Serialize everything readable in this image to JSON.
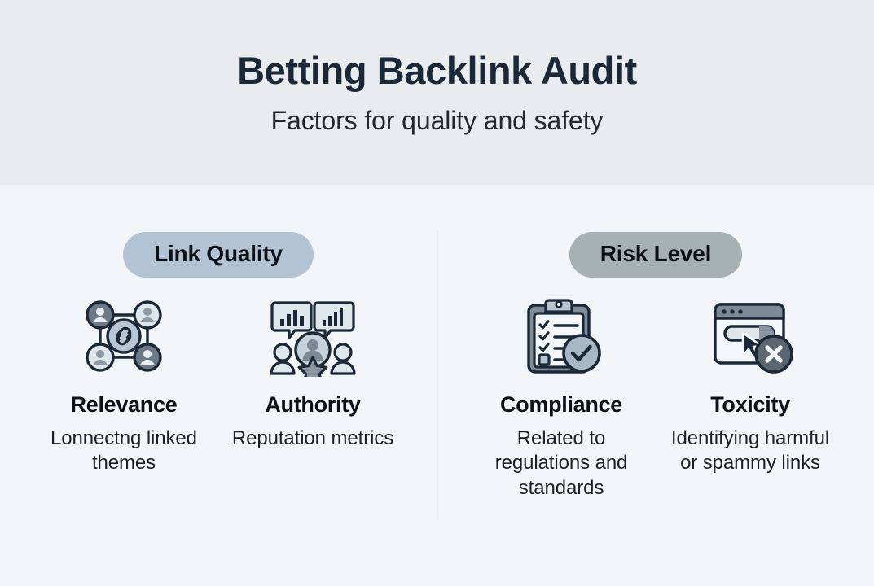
{
  "header": {
    "title": "Betting Backlink Audit",
    "subtitle": "Factors for quality and safety"
  },
  "colors": {
    "header_background": "#e9ecef",
    "body_background": "#f2f6f8",
    "title_text": "#1b2838",
    "pill_quality": "#b2c3d3",
    "pill_risk": "#a7b0b5",
    "icon_stroke": "#1b2838",
    "icon_fill_light": "#dfe5ea",
    "icon_fill_mid": "#a9b8c6",
    "icon_fill_dark": "#6d7a85",
    "divider": "#e3eaee"
  },
  "groups": [
    {
      "id": "link-quality",
      "pill_label": "Link Quality",
      "cards": [
        {
          "icon": "network-link-icon",
          "title": "Relevance",
          "description": "Lonnectng linked themes"
        },
        {
          "icon": "authority-people-chart-icon",
          "title": "Authority",
          "description": "Reputation metrics"
        }
      ]
    },
    {
      "id": "risk-level",
      "pill_label": "Risk Level",
      "cards": [
        {
          "icon": "clipboard-checklist-icon",
          "title": "Compliance",
          "description": "Related to regulations and standards"
        },
        {
          "icon": "browser-link-error-icon",
          "title": "Toxicity",
          "description": "Identifying harmful or spammy links"
        }
      ]
    }
  ]
}
